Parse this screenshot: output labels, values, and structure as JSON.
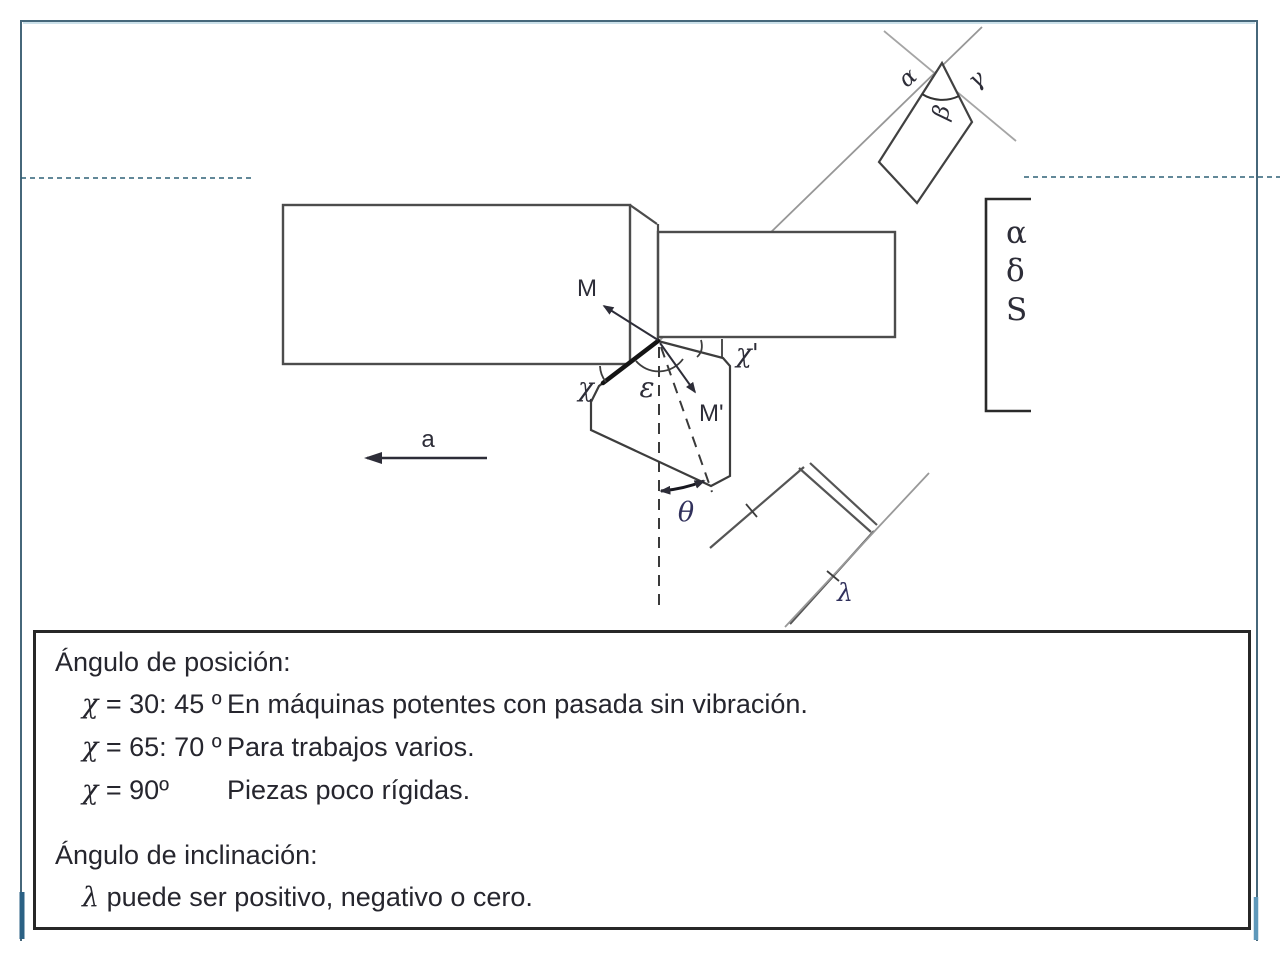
{
  "diagram": {
    "labels": {
      "m": "M",
      "m_prime": "M'",
      "feed": "a",
      "chi": "χ",
      "chi_prime": "χ'",
      "epsilon": "ε",
      "theta": "θ",
      "lambda": "λ",
      "alpha": "α",
      "beta": "β",
      "gamma": "γ"
    },
    "side_box_items": [
      "α",
      "δ",
      "S"
    ]
  },
  "info_box": {
    "position_title": "Ángulo de posición:",
    "position_rows": [
      {
        "greek": "χ",
        "value": " = 30: 45 º",
        "desc": "En máquinas potentes con pasada sin vibración."
      },
      {
        "greek": "χ",
        "value": " = 65: 70 º",
        "desc": "Para trabajos varios."
      },
      {
        "greek": "χ",
        "value": " = 90º",
        "desc": "Piezas poco rígidas."
      }
    ],
    "inclination_title": "Ángulo de inclinación:",
    "inclination_row": {
      "greek": "λ",
      "value": " puede ser positivo, negativo o cero."
    }
  },
  "colors": {
    "page_border": "#46677a",
    "dashed_margin_line": "#2f6076",
    "ink": "#2d2d38",
    "construction_gray": "#979797"
  }
}
